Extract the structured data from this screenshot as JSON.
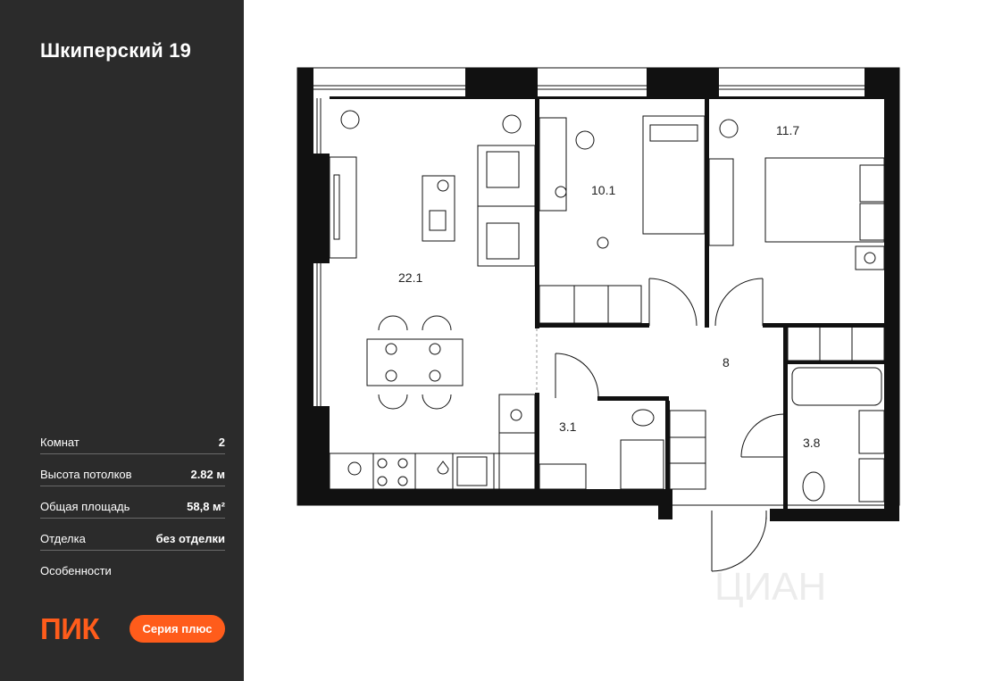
{
  "building": {
    "title": "Шкиперский 19"
  },
  "specs": [
    {
      "label": "Комнат",
      "value": "2"
    },
    {
      "label": "Высота потолков",
      "value": "2.82 м"
    },
    {
      "label": "Общая площадь",
      "value": "58,8 м²"
    },
    {
      "label": "Отделка",
      "value": "без отделки"
    },
    {
      "label": "Особенности",
      "value": ""
    }
  ],
  "brand": {
    "logo": "ПИК",
    "series": "Серия плюс",
    "accent": "#ff5c1b",
    "sidebar_bg": "#2b2b2b"
  },
  "rooms": {
    "living": "22.1",
    "kids": "10.1",
    "bedroom": "11.7",
    "hall": "8",
    "bath1": "3.1",
    "bath2": "3.8"
  },
  "watermark": "ЦИАН"
}
